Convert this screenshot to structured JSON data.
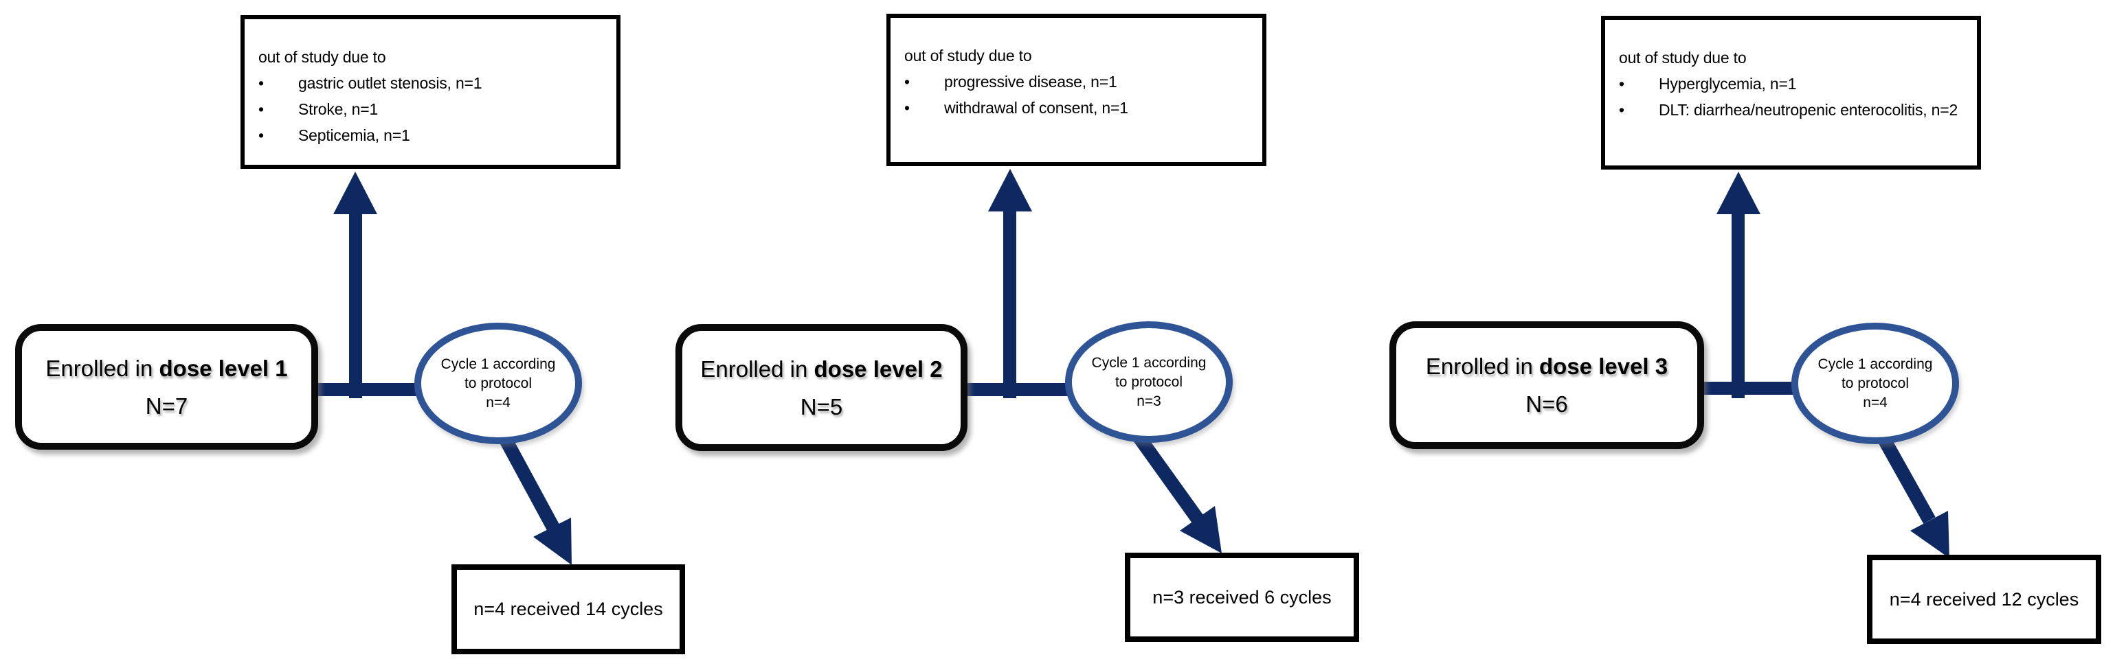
{
  "icons": {
    "bullet": "•"
  },
  "colors": {
    "arrow": "#0E2862",
    "ellipse_stroke": "#2F5496",
    "box_border": "#000000",
    "background": "#FFFFFF"
  },
  "panels": [
    {
      "id": "dose-level-1",
      "dropout_box": {
        "title": "out of study due to",
        "bullets": [
          "gastric outlet stenosis, n=1",
          "Stroke, n=1",
          "Septicemia, n=1"
        ]
      },
      "enrolled_box": {
        "prefix": "Enrolled in ",
        "bold": "dose level 1",
        "count": "N=7"
      },
      "cycle_ellipse": {
        "line1": "Cycle 1 according",
        "line2": "to protocol",
        "line3": "n=4"
      },
      "received_box": {
        "text": "n=4 received 14 cycles"
      }
    },
    {
      "id": "dose-level-2",
      "dropout_box": {
        "title": "out of study due to",
        "bullets": [
          "progressive disease, n=1",
          "withdrawal of consent, n=1"
        ]
      },
      "enrolled_box": {
        "prefix": "Enrolled in ",
        "bold": "dose level 2",
        "count": "N=5"
      },
      "cycle_ellipse": {
        "line1": "Cycle 1 according",
        "line2": "to protocol",
        "line3": "n=3"
      },
      "received_box": {
        "text": "n=3 received 6 cycles"
      }
    },
    {
      "id": "dose-level-3",
      "dropout_box": {
        "title": "out of study due to",
        "bullets": [
          "Hyperglycemia, n=1",
          "DLT: diarrhea/neutropenic enterocolitis, n=2"
        ]
      },
      "enrolled_box": {
        "prefix": "Enrolled in ",
        "bold": "dose level 3",
        "count": "N=6"
      },
      "cycle_ellipse": {
        "line1": "Cycle 1 according",
        "line2": "to protocol",
        "line3": "n=4"
      },
      "received_box": {
        "text": "n=4 received 12 cycles"
      }
    }
  ]
}
